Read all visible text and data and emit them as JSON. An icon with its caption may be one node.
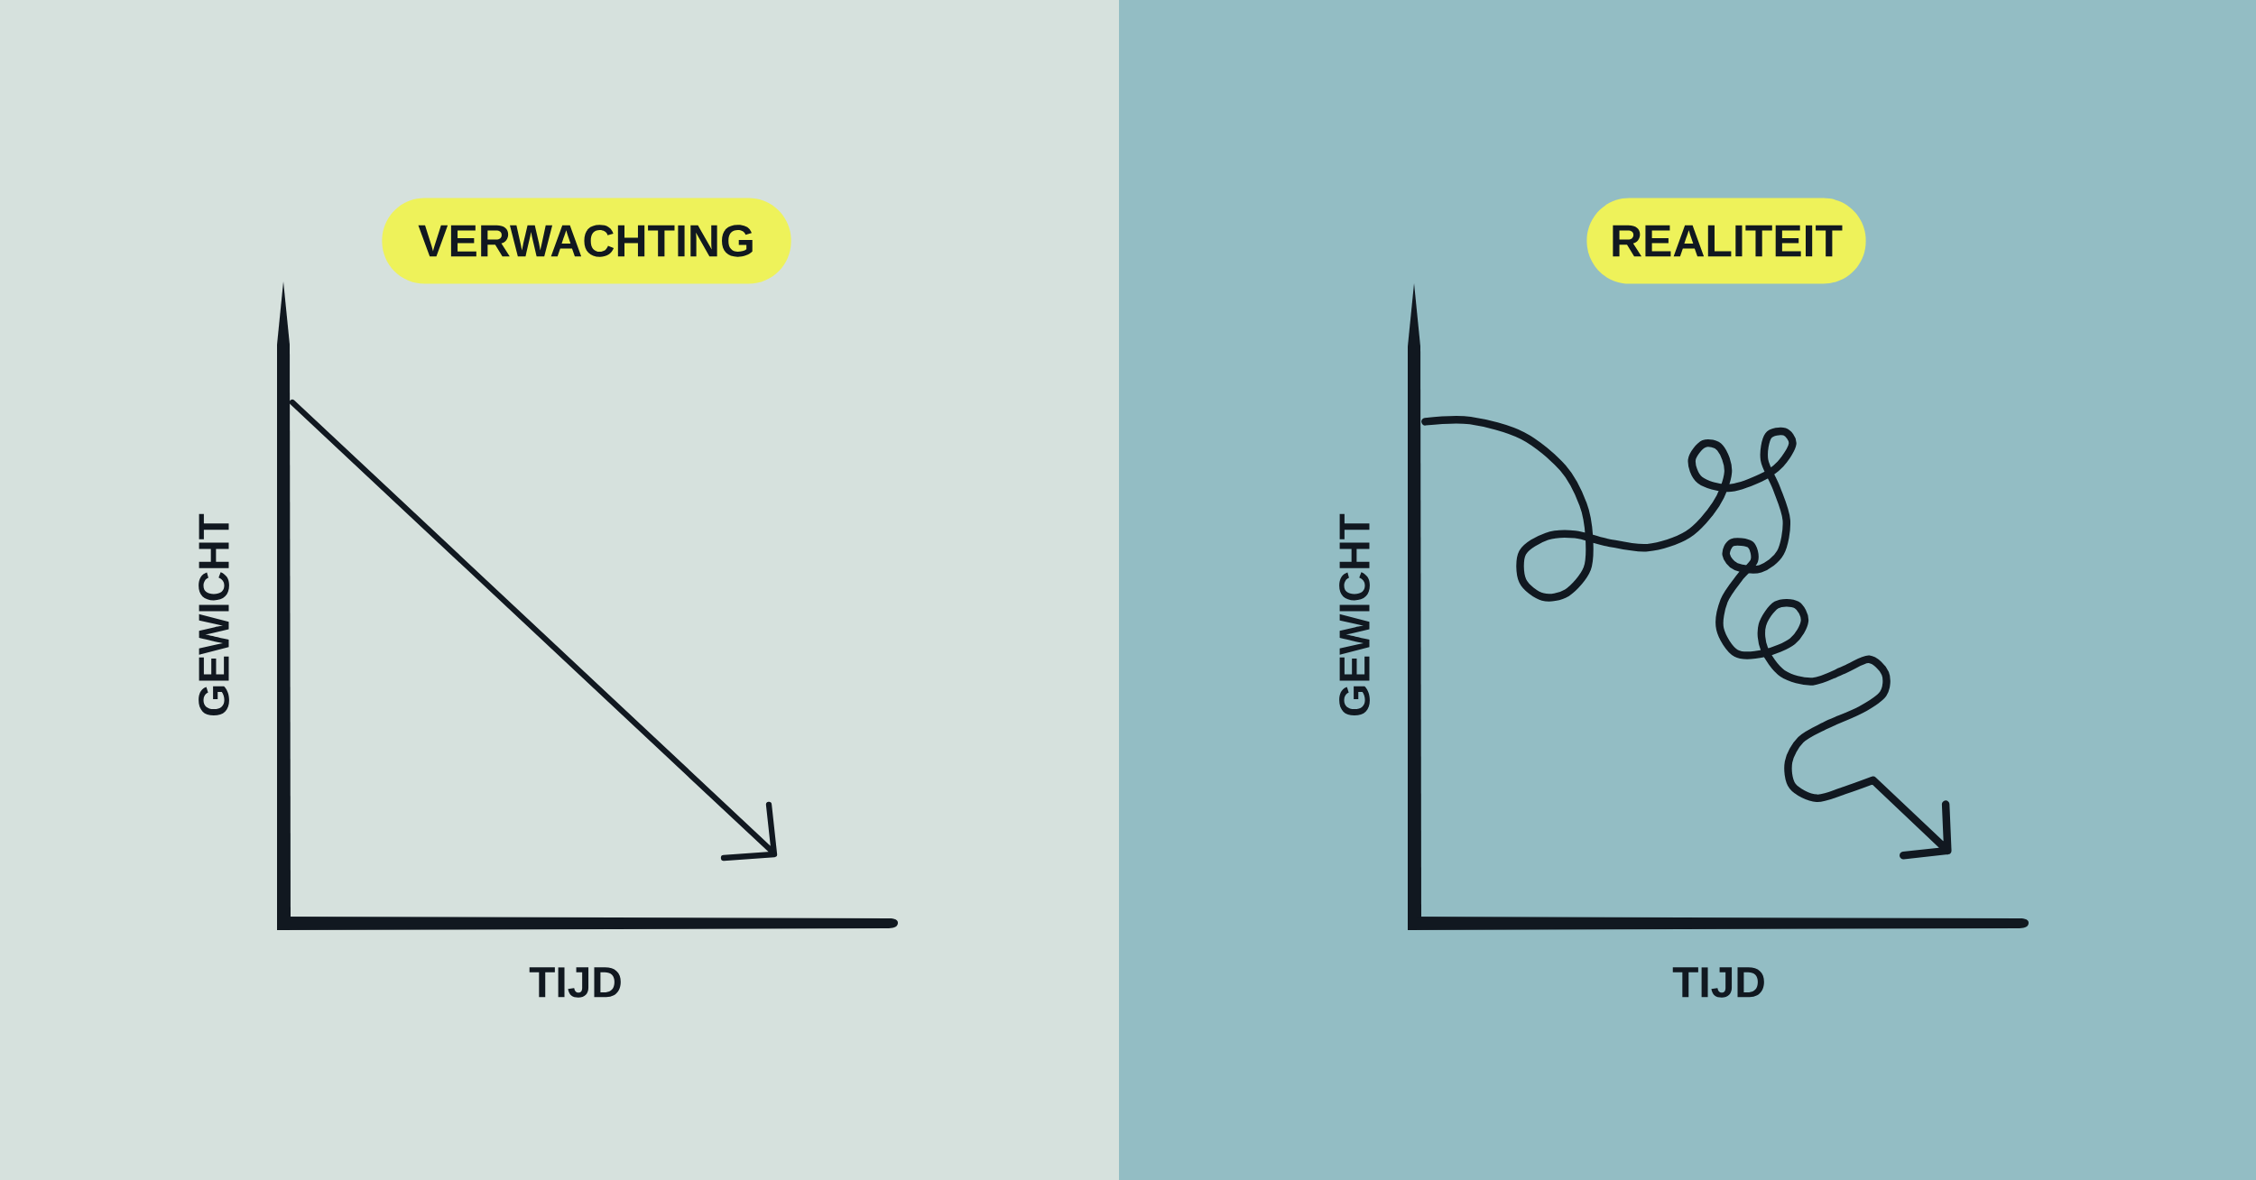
{
  "diagram": {
    "nodes": [
      {
        "text": [
          "VERWACHTING"
        ]
      },
      {
        "text": [
          "REALITEIT"
        ]
      }
    ],
    "labels": [
      "GEWICHT",
      "TIJD",
      "GEWICHT",
      "TIJD"
    ]
  }
}
